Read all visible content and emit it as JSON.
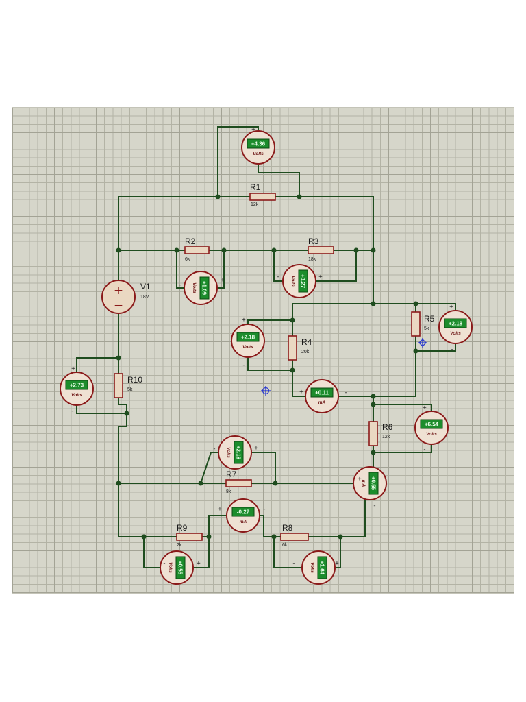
{
  "colors": {
    "page": "#ffffff",
    "sheet": "#d6d6ca",
    "grid": "#b3b3a5",
    "wire": "#1f4d1f",
    "outline": "#8b1a1a",
    "fill": "#ead8c2",
    "meter_fill": "#efe1d3",
    "lcd": "#1c8c2c",
    "lcd_text": "#eaffea",
    "probe": "#2a3ad0"
  },
  "icons": {
    "probe_marker": "crosshair-icon"
  },
  "terminals": {
    "plus": "+",
    "minus": "-"
  },
  "source": {
    "designator": "V1",
    "value": "18V",
    "plus_glyph": "+",
    "minus_glyph": "−"
  },
  "resistors": {
    "r1": {
      "designator": "R1",
      "value": "12k"
    },
    "r2": {
      "designator": "R2",
      "value": "6k"
    },
    "r3": {
      "designator": "R3",
      "value": "18k"
    },
    "r4": {
      "designator": "R4",
      "value": "20k"
    },
    "r5": {
      "designator": "R5",
      "value": "5k"
    },
    "r6": {
      "designator": "R6",
      "value": "12k"
    },
    "r7": {
      "designator": "R7",
      "value": "8k"
    },
    "r8": {
      "designator": "R8",
      "value": "6k"
    },
    "r9": {
      "designator": "R9",
      "value": "2k"
    },
    "r10": {
      "designator": "R10",
      "value": "5k"
    }
  },
  "meters": {
    "across_r1": {
      "reading": "+4.36",
      "unit": "Volts"
    },
    "across_r2": {
      "reading": "+1.09",
      "unit": "Volts"
    },
    "across_r3": {
      "reading": "+3.27",
      "unit": "Volts"
    },
    "across_r4": {
      "reading": "+2.18",
      "unit": "Volts"
    },
    "across_r5": {
      "reading": "+2.18",
      "unit": "Volts"
    },
    "r4_branch": {
      "reading": "+0.11",
      "unit": "mA"
    },
    "across_r6": {
      "reading": "+6.54",
      "unit": "Volts"
    },
    "across_r10": {
      "reading": "+2.73",
      "unit": "Volts"
    },
    "across_r7": {
      "reading": "+2.18",
      "unit": "Volts"
    },
    "series": {
      "reading": "+0.55",
      "unit": "mA"
    },
    "r9_r8_branch": {
      "reading": "-0.27",
      "unit": "mA"
    },
    "across_r9": {
      "reading": "+0.55",
      "unit": "Volts"
    },
    "across_r8": {
      "reading": "+1.64",
      "unit": "Volts"
    }
  }
}
